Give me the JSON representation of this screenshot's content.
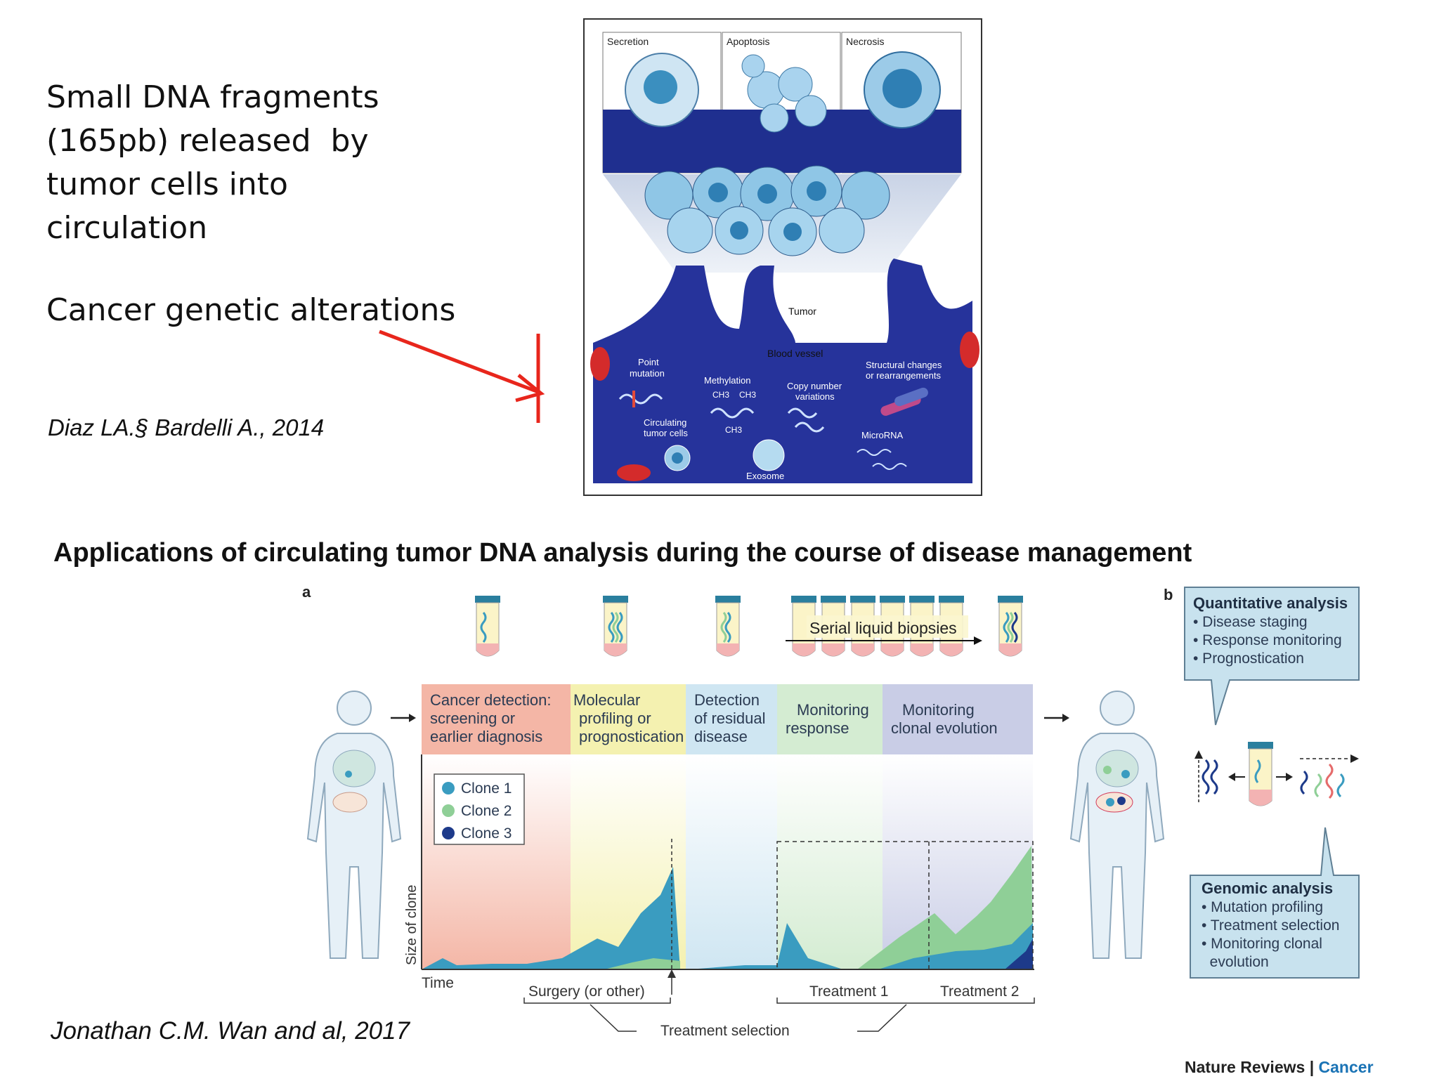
{
  "left_text": {
    "lines": [
      "Small DNA fragments",
      "(165pb) released  by",
      "tumor cells into",
      "circulation"
    ],
    "subheading": "Cancer genetic alterations",
    "citation": "Diaz LA.§ Bardelli A., 2014"
  },
  "figure_top": {
    "panels": [
      "Secretion",
      "Apoptosis",
      "Necrosis"
    ],
    "labels": {
      "tumor": "Tumor",
      "blood_vessel": "Blood vessel",
      "point_mutation": "Point\nmutation",
      "methylation": "Methylation",
      "copy_number": "Copy number\nvariations",
      "structural": "Structural changes\nor rearrangements",
      "ctc": "Circulating\ntumor cells",
      "mirna": "MicroRNA",
      "exosome": "Exosome",
      "ch3_a": "CH3",
      "ch3_b": "CH3",
      "ch3_c": "CH3"
    }
  },
  "heading": "Applications of circulating tumor DNA analysis during the course of disease management",
  "panel_a": {
    "letter": "a",
    "serial_label": "Serial liquid biopsies",
    "phases": [
      {
        "label": "Cancer detection:\nscreening or\nearlier diagnosis",
        "color": "#f4b6a6"
      },
      {
        "label": "Molecular\nprofiling or\nprognostication",
        "color": "#f4f1b0"
      },
      {
        "label": "Detection\nof residual\ndisease",
        "color": "#cfe6f2"
      },
      {
        "label": "Monitoring\nresponse",
        "color": "#d4ecd2"
      },
      {
        "label": "Monitoring\nclonal evolution",
        "color": "#c9cde6"
      }
    ],
    "legend": [
      {
        "label": "Clone 1",
        "color": "#3a9cc0"
      },
      {
        "label": "Clone 2",
        "color": "#8fcf97"
      },
      {
        "label": "Clone 3",
        "color": "#1d3a8a"
      }
    ],
    "y_label": "Size of clone",
    "x_label": "Time",
    "surgery": "Surgery (or other)",
    "treatment1": "Treatment 1",
    "treatment2": "Treatment 2",
    "treatment_selection": "Treatment selection"
  },
  "panel_b": {
    "letter": "b",
    "quant_title": "Quantitative analysis",
    "quant_items": [
      "• Disease staging",
      "• Response monitoring",
      "• Prognostication"
    ],
    "genomic_title": "Genomic analysis",
    "genomic_items": [
      "• Mutation profiling",
      "• Treatment selection",
      "• Monitoring clonal",
      "  evolution"
    ]
  },
  "citation2": "Jonathan C.M. Wan and al, 2017",
  "journal": {
    "name": "Nature Reviews",
    "sep": " | ",
    "section": "Cancer"
  }
}
